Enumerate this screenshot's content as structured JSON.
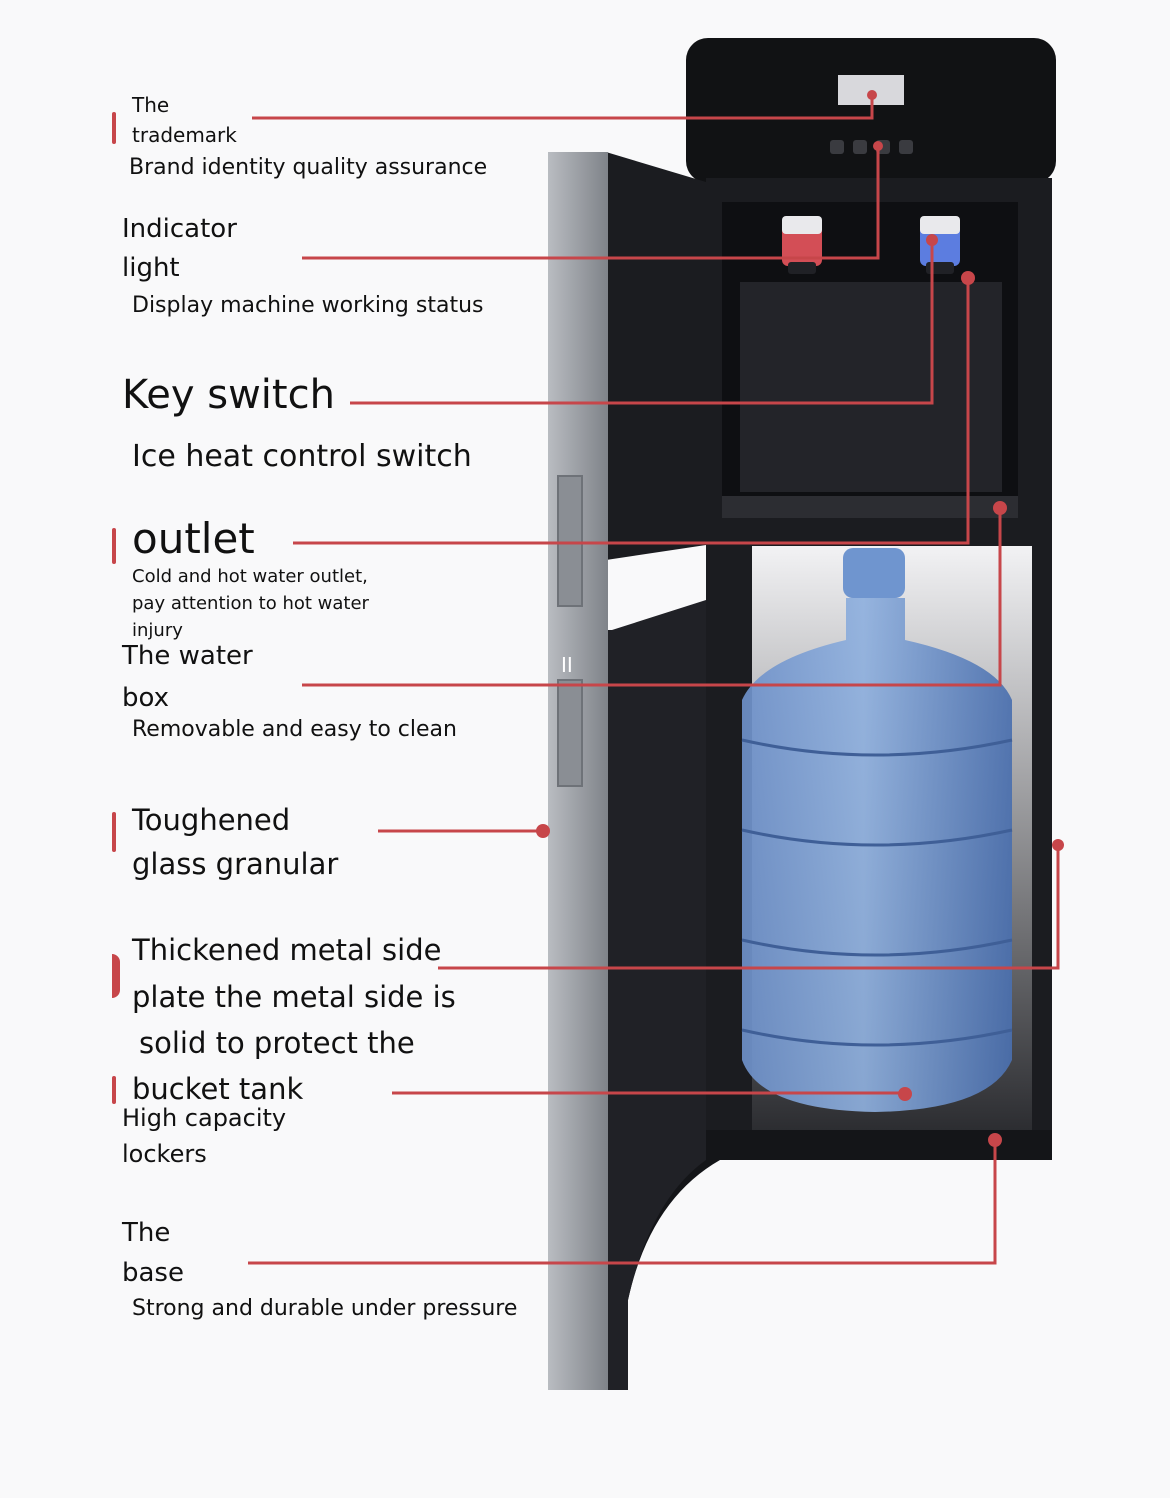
{
  "callouts": [
    {
      "id": "trademark",
      "title_lines": [
        "The",
        "trademark"
      ],
      "desc": "Brand identity quality assurance"
    },
    {
      "id": "indicator",
      "title_lines": [
        "Indicator",
        "light"
      ],
      "desc": "Display machine working status"
    },
    {
      "id": "key",
      "title_lines": [
        "Key switch"
      ],
      "desc": "Ice heat control switch"
    },
    {
      "id": "outlet",
      "title_lines": [
        "outlet"
      ],
      "desc": "Cold and hot water outlet, pay attention to hot water injury"
    },
    {
      "id": "waterbox",
      "title_lines": [
        "The water",
        "box"
      ],
      "desc": "Removable and easy to clean"
    },
    {
      "id": "glass",
      "title_lines": [
        "Toughened",
        "glass granular"
      ],
      "desc": ""
    },
    {
      "id": "metal",
      "title_lines": [
        "Thickened metal side",
        "plate the metal side is",
        "solid to protect the",
        "bucket tank"
      ],
      "desc": ""
    },
    {
      "id": "lockers",
      "title_lines": [
        "High capacity",
        "lockers"
      ],
      "desc": ""
    },
    {
      "id": "base",
      "title_lines": [
        "The",
        "base"
      ],
      "desc": "Strong and durable under pressure"
    }
  ],
  "colors": {
    "leader_line": "#c7464a",
    "cabinet": "#17181b",
    "door_frame": "#9ea1a6",
    "bottle": "#5f86c4"
  }
}
